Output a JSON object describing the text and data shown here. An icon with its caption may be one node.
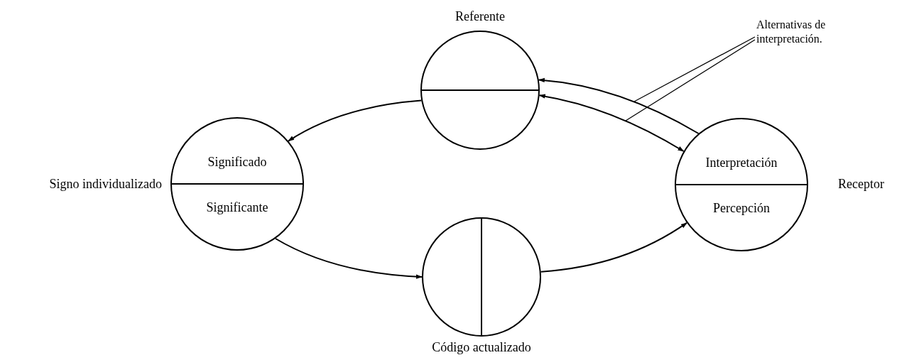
{
  "diagram": {
    "nodes": [
      {
        "text": [],
        "shape": "circle",
        "beside": [
          "Referente"
        ]
      },
      {
        "text": [
          "Significado",
          "Significante"
        ],
        "beside": [
          "Signo individualizado"
        ]
      },
      {
        "text": [],
        "shape": "circle",
        "beside": [
          "Código actualizado"
        ]
      },
      {
        "text": [
          "Interpretación",
          "Percepción"
        ],
        "beside": [
          "Receptor"
        ]
      },
      {
        "text": [
          "Alternativas de interpretación."
        ]
      }
    ],
    "edges": [
      {
        "from": 0,
        "to": 1,
        "arrow": "to"
      },
      {
        "from": 1,
        "to": 2,
        "arrow": "to"
      },
      {
        "from": 2,
        "to": 3,
        "arrow": "to"
      },
      {
        "from": 3,
        "to": 0,
        "arrow": "to"
      },
      {
        "from": 3,
        "to": 0,
        "arrow": "both"
      },
      {
        "from": 4,
        "to": null,
        "arrow": "none"
      },
      {
        "from": 4,
        "to": null,
        "arrow": "none"
      }
    ]
  }
}
